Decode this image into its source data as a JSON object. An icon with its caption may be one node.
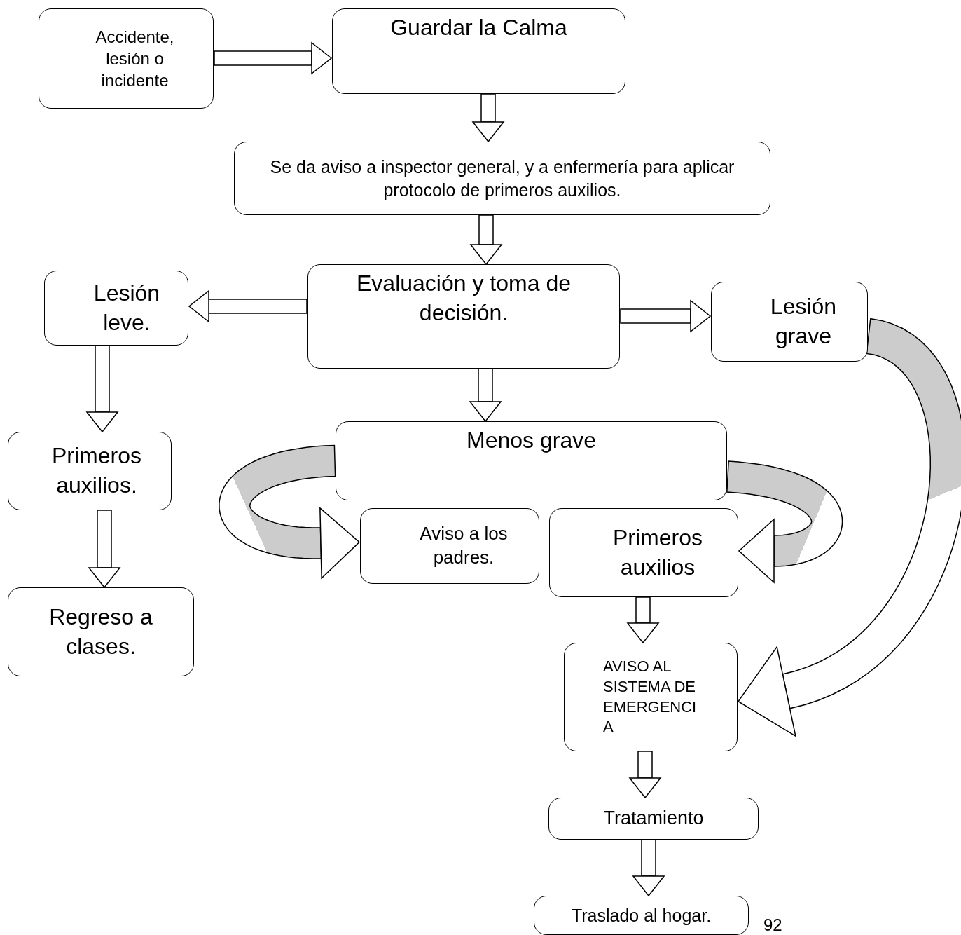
{
  "diagram": {
    "nodes": [
      {
        "text": [
          "Accidente, lesión o incidente"
        ]
      },
      {
        "text": [
          "Guardar la Calma"
        ]
      },
      {
        "text": [
          "Se da aviso a inspector general, y a enfermería para aplicar protocolo de primeros auxilios."
        ]
      },
      {
        "text": [
          "Evaluación y toma de decisión."
        ]
      },
      {
        "text": [
          "Lesión leve."
        ]
      },
      {
        "text": [
          "Lesión grave"
        ]
      },
      {
        "text": [
          "Primeros auxilios."
        ]
      },
      {
        "text": [
          "Menos grave"
        ]
      },
      {
        "text": [
          "Aviso a los padres."
        ]
      },
      {
        "text": [
          "Primeros auxilios"
        ]
      },
      {
        "text": [
          "Regreso a clases."
        ]
      },
      {
        "text": [
          "AVISO AL SISTEMA DE EMERGENCIA"
        ]
      },
      {
        "text": [
          "Tratamiento"
        ]
      },
      {
        "text": [
          "Traslado al hogar."
        ]
      }
    ],
    "edges": [
      {
        "from": 0,
        "to": 1,
        "arrow": "to"
      },
      {
        "from": 1,
        "to": 2,
        "arrow": "to"
      },
      {
        "from": 2,
        "to": 3,
        "arrow": "to"
      },
      {
        "from": 3,
        "to": 4,
        "arrow": "to"
      },
      {
        "from": 3,
        "to": 5,
        "arrow": "to"
      },
      {
        "from": 3,
        "to": 7,
        "arrow": "to"
      },
      {
        "from": 4,
        "to": 6,
        "arrow": "to"
      },
      {
        "from": 6,
        "to": 10,
        "arrow": "to"
      },
      {
        "from": 7,
        "to": 8,
        "arrow": "to"
      },
      {
        "from": 7,
        "to": 9,
        "arrow": "to"
      },
      {
        "from": 5,
        "to": 11,
        "arrow": "to"
      },
      {
        "from": 9,
        "to": 11,
        "arrow": "to"
      },
      {
        "from": 11,
        "to": 12,
        "arrow": "to"
      },
      {
        "from": 12,
        "to": 13,
        "arrow": "to"
      }
    ],
    "labels": [
      "92"
    ]
  }
}
